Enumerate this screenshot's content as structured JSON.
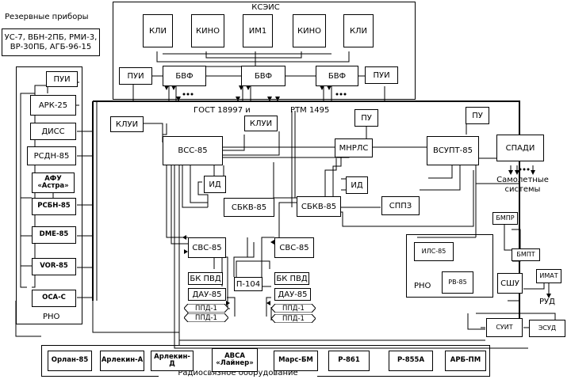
{
  "groups": {
    "ksais": "КСЭИС",
    "reserve": "Резервные приборы",
    "reserve_list": "УС-7, ВБН-2ПБ, РМИ-3,\nВР-30ПБ, АГБ-96-15",
    "rno_left": "РНО",
    "rno_right": "РНО",
    "radio": "Радиосвязное оборудование"
  },
  "ksais_top": [
    "КЛИ",
    "КИНО",
    "ИМ1",
    "КИНО",
    "КЛИ"
  ],
  "bvf": [
    "БВФ",
    "БВФ",
    "БВФ"
  ],
  "pui": [
    "ПУИ",
    "ПУИ",
    "ПУИ"
  ],
  "bus": {
    "label1": "ГОСТ 18997 и",
    "label2": "РТМ 1495"
  },
  "left_col": {
    "arc": "АРК-25",
    "diss": "ДИСС",
    "rsdn": "РСДН-85",
    "afu": "АФУ\n«Астра»",
    "rsbn": "РСБН-85",
    "dme": "DME-85",
    "vor": "VOR-85",
    "osa": "ОСА-С"
  },
  "center": {
    "klui1": "КЛУИ",
    "klui2": "КЛУИ",
    "vss": "ВСС-85",
    "id1": "ИД",
    "sbkv1": "СБКВ-85",
    "sbkv2": "СБКВ-85",
    "id2": "ИД",
    "mnrls": "МНРЛС",
    "pu1": "ПУ",
    "pu2": "ПУ",
    "vsupt": "ВСУПТ-85",
    "sppz": "СППЗ",
    "spadi": "СПАДИ",
    "sys_label": "Самолетные\nсистемы",
    "svs1": "СВС-85",
    "svs2": "СВС-85",
    "p104": "П-104",
    "bkpvd1": "БК ПВД",
    "bkpvd2": "БК ПВД",
    "dau1": "ДАУ-85",
    "dau2": "ДАУ-85",
    "ppd": [
      "ППД-1",
      "ППД-1",
      "ППД-1",
      "ППД-1"
    ]
  },
  "right": {
    "bmpr": "БМПР",
    "bmpt": "БМПТ",
    "ils": "ИЛС-85",
    "rv": "РВ-85",
    "shu": "СШУ",
    "imat": "ИМАТ",
    "rud": "РУД",
    "suit": "СУИТ",
    "esud": "ЭСУД"
  },
  "radio_items": [
    "Орлан-85",
    "Арлекин-А",
    "Арлекин-Д",
    "АВСА\n«Лайнер»",
    "Марс-БМ",
    "Р-861",
    "Р-855А",
    "АРБ-ПМ"
  ]
}
